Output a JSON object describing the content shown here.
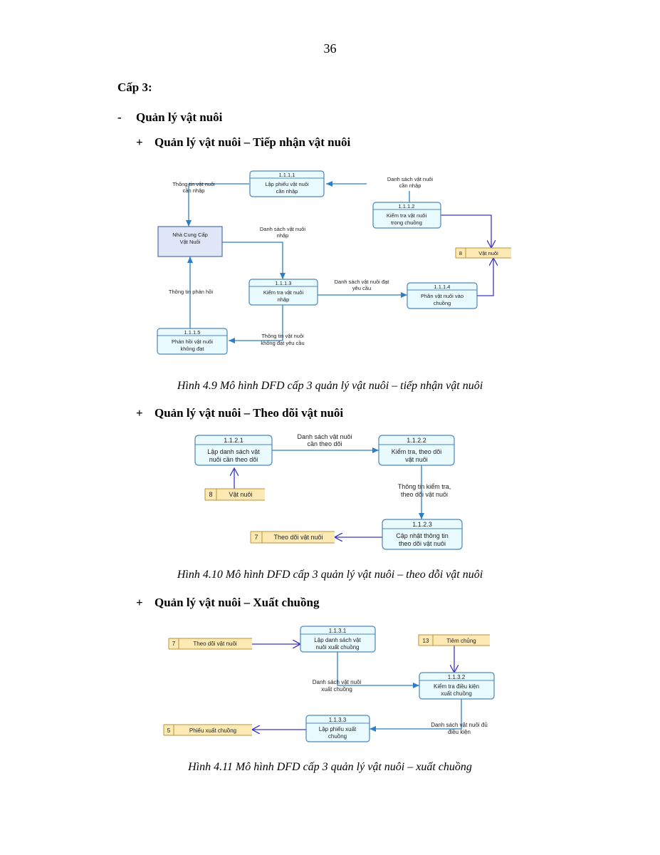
{
  "page": {
    "number": "36",
    "level_heading": "Cấp 3:",
    "section_heading": "Quản lý vật nuôi",
    "section_bullet": "-",
    "sub_bullet": "+"
  },
  "diagram1": {
    "heading": "Quản lý vật nuôi – Tiếp nhận vật nuôi",
    "caption": "Hình 4.9   Mô hình DFD cấp 3 quản lý vật nuôi – tiếp nhận vật nuôi",
    "processes": [
      {
        "id": "1.1.1.1",
        "lines": [
          "Lập phiếu vật nuôi",
          "cần nhập"
        ]
      },
      {
        "id": "1.1.1.2",
        "lines": [
          "Kiểm tra vật nuôi",
          "trong chuồng"
        ]
      },
      {
        "id": "1.1.1.3",
        "lines": [
          "Kiểm tra vật nuôi",
          "nhập"
        ]
      },
      {
        "id": "1.1.1.4",
        "lines": [
          "Phân vật nuôi vào",
          "chuồng"
        ]
      },
      {
        "id": "1.1.1.5",
        "lines": [
          "Phản hồi vật nuôi",
          "không đạt"
        ]
      }
    ],
    "entity": {
      "lines": [
        "Nhà Cung Cấp",
        "Vật Nuôi"
      ]
    },
    "store": {
      "num": "8",
      "name": "Vật nuôi"
    },
    "flows": [
      [
        "Thông tin vật nuôi",
        "cần nhập"
      ],
      [
        "Danh sách vật nuôi",
        "cần nhập"
      ],
      [
        "Danh sách vật nuôi",
        "nhập"
      ],
      [
        "Danh sách vật nuôi đạt",
        "yêu cầu"
      ],
      [
        "Thông tin phản hồi"
      ],
      [
        "Thông tin vật nuôi",
        "không đạt yêu cầu"
      ]
    ]
  },
  "diagram2": {
    "heading": "Quản lý vật nuôi – Theo dõi vật nuôi",
    "caption": "Hình 4.10 Mô hình DFD cấp 3 quản lý vật nuôi – theo dỗi vật nuôi",
    "processes": [
      {
        "id": "1.1.2.1",
        "lines": [
          "Lập danh sách vật",
          "nuôi cần theo dõi"
        ]
      },
      {
        "id": "1.1.2.2",
        "lines": [
          "Kiểm tra, theo dõi",
          "vật nuôi"
        ]
      },
      {
        "id": "1.1.2.3",
        "lines": [
          "Cập nhật thông tin",
          "theo dõi vật nuôi"
        ]
      }
    ],
    "stores": [
      {
        "num": "8",
        "name": "Vật nuôi"
      },
      {
        "num": "7",
        "name": "Theo dõi vật nuôi"
      }
    ],
    "flows": [
      [
        "Danh sách vật nuôi",
        "cần theo dõi"
      ],
      [
        "Thông tin kiểm tra,",
        "theo dõi vật nuôi"
      ]
    ]
  },
  "diagram3": {
    "heading": "Quản lý vật nuôi – Xuất chuồng",
    "caption": "Hình 4.11 Mô hình DFD cấp 3 quản lý vật nuôi – xuất chuồng",
    "processes": [
      {
        "id": "1.1.3.1",
        "lines": [
          "Lập danh sách vật",
          "nuôi xuất chuồng"
        ]
      },
      {
        "id": "1.1.3.2",
        "lines": [
          "Kiểm tra điều kiện",
          "xuất chuồng"
        ]
      },
      {
        "id": "1.1.3.3",
        "lines": [
          "Lập phiếu xuất",
          "chuồng"
        ]
      }
    ],
    "stores": [
      {
        "num": "7",
        "name": "Theo dõi vật nuôi"
      },
      {
        "num": "13",
        "name": "Tiêm chủng"
      },
      {
        "num": "5",
        "name": "Phiếu xuất chuồng"
      }
    ],
    "flows": [
      [
        "Danh sách vật nuôi",
        "xuất chuồng"
      ],
      [
        "Danh sách vật nuôi đủ",
        "điều kiện"
      ]
    ]
  }
}
